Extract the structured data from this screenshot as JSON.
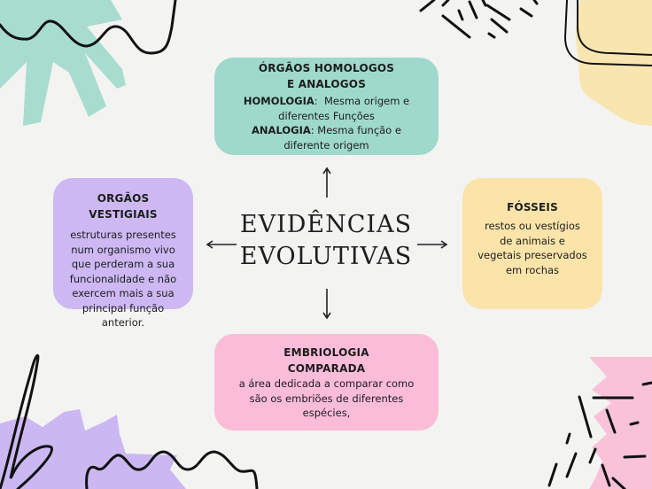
{
  "diagram": {
    "center_title": {
      "line1": "EVIDÊNCIAS",
      "line2": "EVOLUTIVAS"
    },
    "nodes": {
      "top": {
        "title_line1": "ÓRGÃOS HOMOLOGOS",
        "title_line2": "E ANALOGOS",
        "homologia_label": "HOMOLOGIA",
        "homologia_text_line1": ":  Mesma origem e",
        "homologia_text_line2": "diferentes Funções",
        "analogia_label": "ANALOGIA",
        "analogia_text_line1": ": Mesma função e",
        "analogia_text_line2": "diferente origem",
        "color": "#9ed9cc"
      },
      "left": {
        "title": "ORGÃOS VESTIGIAIS",
        "lines": [
          "estruturas presentes",
          "num organismo vivo",
          "que perderam a sua",
          "funcionalidade e não",
          "exercem mais a sua",
          "principal função",
          "anterior."
        ],
        "color": "#cdb8f4"
      },
      "right": {
        "title": "FÓSSEIS",
        "lines": [
          "restos ou vestígios",
          "de animais e",
          "vegetais preservados",
          "em rochas"
        ],
        "color": "#fbe4aa"
      },
      "bottom": {
        "title_line1": "EMBRIOLOGIA",
        "title_line2": "COMPARADA",
        "lines": [
          "a área dedicada a comparar como",
          "são os embriões de diferentes",
          "espécies,"
        ],
        "color": "#fbbcd7"
      }
    },
    "edges": [
      {
        "from": "center",
        "to": "top",
        "icon": "arrow-up-icon"
      },
      {
        "from": "center",
        "to": "left",
        "icon": "arrow-left-icon"
      },
      {
        "from": "center",
        "to": "right",
        "icon": "arrow-right-icon"
      },
      {
        "from": "center",
        "to": "bottom",
        "icon": "arrow-down-icon"
      }
    ]
  },
  "decorations": {
    "teal": "#a8dccf",
    "yellow": "#f9e5b0",
    "lavender": "#cbb8f2",
    "pink": "#f9c2d8",
    "ink": "#111111"
  }
}
